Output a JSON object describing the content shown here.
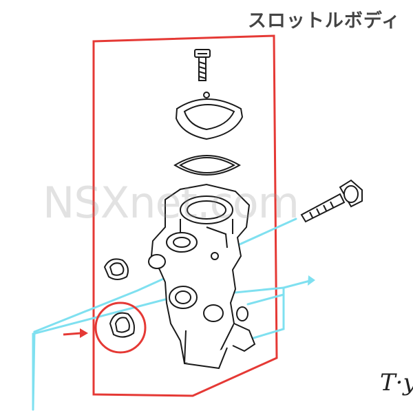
{
  "title": "スロットルボディ",
  "watermark": "NSXnet.com",
  "signature": "T·y",
  "colors": {
    "frame": "#e53935",
    "cable": "#7fe0f0",
    "line": "#1a1a1a",
    "title": "#444444",
    "highlight": "#e53935"
  }
}
